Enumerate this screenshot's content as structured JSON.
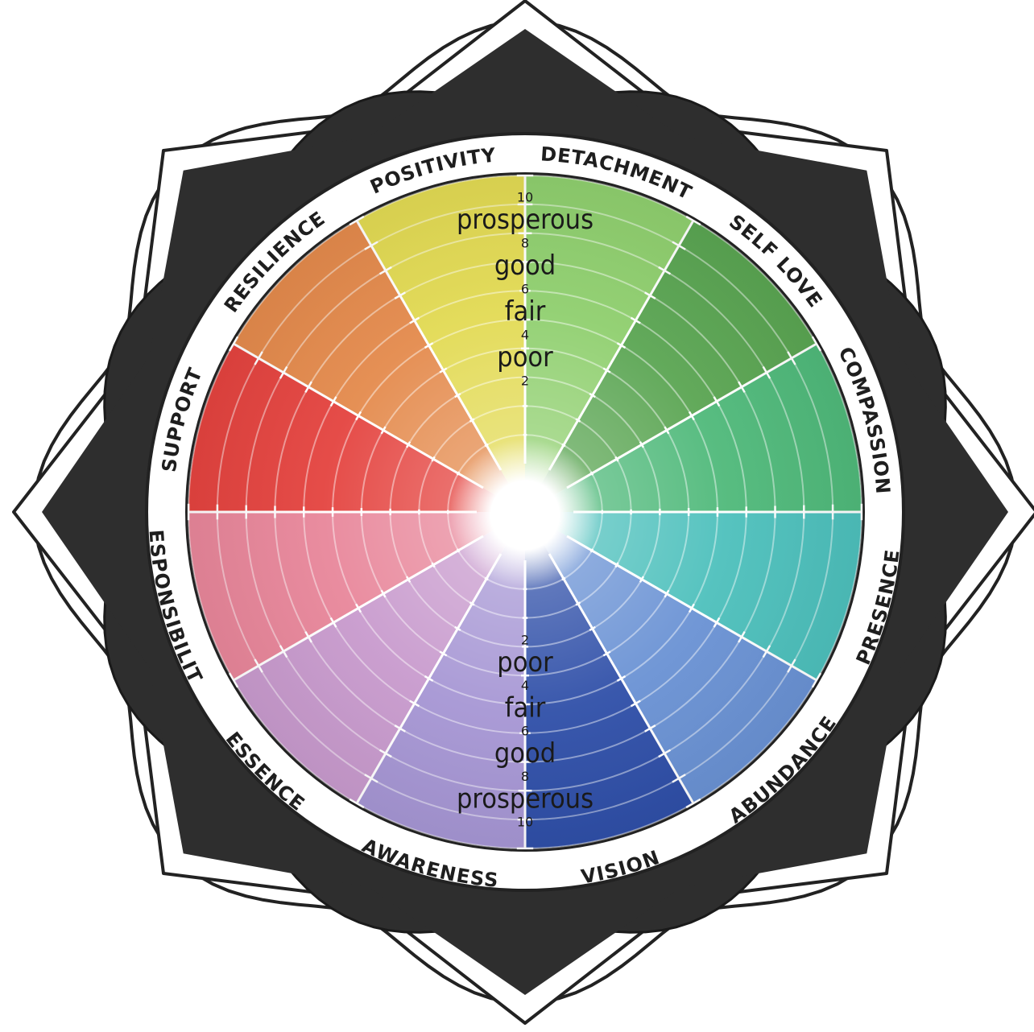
{
  "wheel": {
    "segments": [
      {
        "label": "DETACHMENT",
        "color": "#8fcf6e"
      },
      {
        "label": "SELF LOVE",
        "color": "#5aa552"
      },
      {
        "label": "COMPASSION",
        "color": "#4fb97a"
      },
      {
        "label": "PRESENCE",
        "color": "#4dc0bc"
      },
      {
        "label": "ABUNDANCE",
        "color": "#6a92d4"
      },
      {
        "label": "VISION",
        "color": "#2f4fa8"
      },
      {
        "label": "AWARENESS",
        "color": "#a696d4"
      },
      {
        "label": "ESSENCE",
        "color": "#c89acd"
      },
      {
        "label": "RESPONSIBILITY",
        "color": "#e8869a"
      },
      {
        "label": "SUPPORT",
        "color": "#e4433f"
      },
      {
        "label": "RESILIENCE",
        "color": "#e48a4c"
      },
      {
        "label": "POSITIVITY",
        "color": "#e2da53"
      }
    ],
    "scale_top": [
      "10",
      "prosperous",
      "8",
      "good",
      "6",
      "fair",
      "4",
      "poor",
      "2"
    ],
    "scale_bottom": [
      "2",
      "poor",
      "4",
      "fair",
      "6",
      "good",
      "8",
      "prosperous",
      "10"
    ],
    "outline_color": "#222222"
  }
}
